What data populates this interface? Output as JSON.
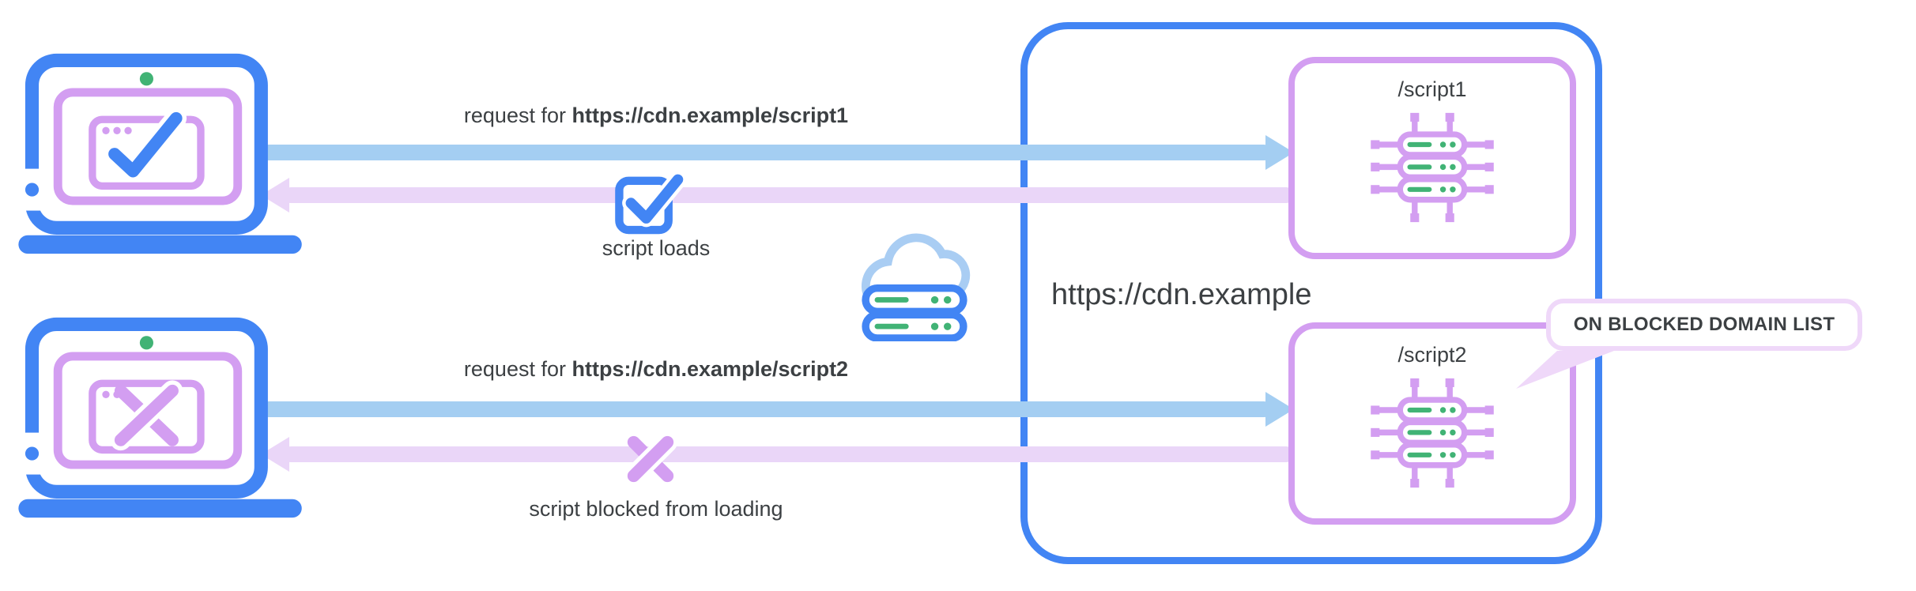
{
  "colors": {
    "blue": "#4285F4",
    "light_blue": "#A4CEF2",
    "purple": "#D39EF1",
    "light_purple": "#EAD6F8",
    "callout_purple": "#EFD8F9",
    "green": "#41B375",
    "text": "#3C4043"
  },
  "flows": [
    {
      "client_icon": "laptop-check-icon",
      "request_prefix": "request for ",
      "request_url": "https://cdn.example/script1",
      "result_icon": "check-icon",
      "result_label": "script loads"
    },
    {
      "client_icon": "laptop-cross-icon",
      "request_prefix": "request for ",
      "request_url": "https://cdn.example/script2",
      "result_icon": "cross-icon",
      "result_label": "script blocked from loading"
    }
  ],
  "network_icon": "cloud-server-icon",
  "cdn": {
    "label": "https://cdn.example",
    "scripts": [
      {
        "label": "/script1",
        "icon": "server-chip-icon"
      },
      {
        "label": "/script2",
        "icon": "server-chip-icon",
        "badge": "ON BLOCKED DOMAIN LIST"
      }
    ]
  }
}
